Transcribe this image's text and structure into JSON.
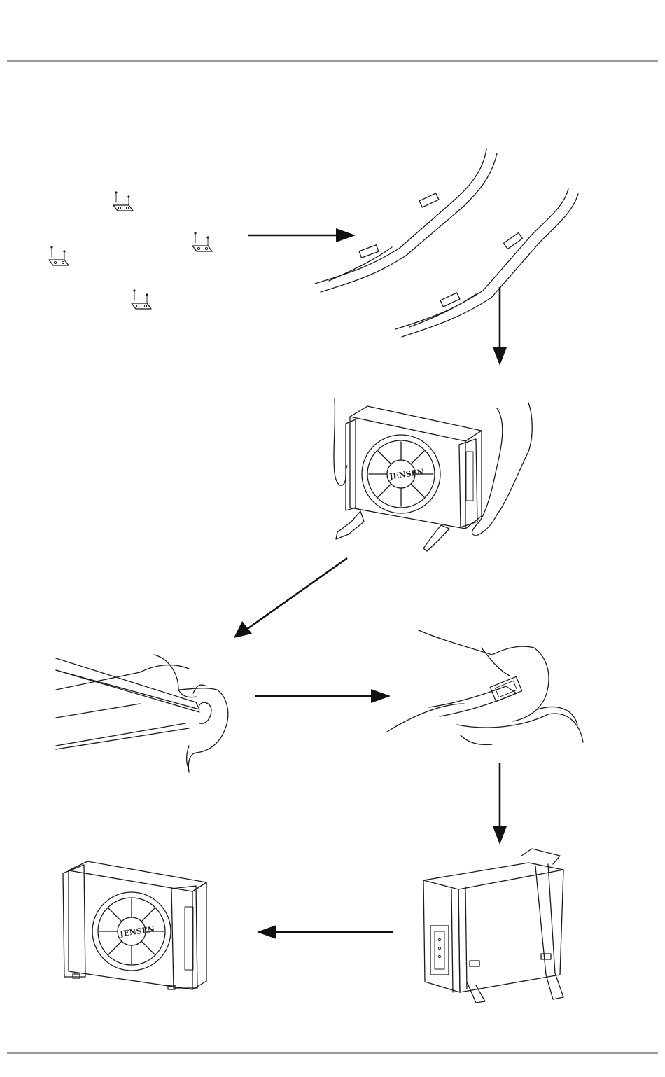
{
  "page": {
    "header_rule_color": "#9a9a9a",
    "footer_rule_color": "#9a9a9a"
  },
  "steps": [
    {
      "name": "mounting-brackets",
      "icon": "bracket-icon"
    },
    {
      "name": "strap-attachment",
      "icon": "strap-icon"
    },
    {
      "name": "lift-enclosure",
      "icon": "speaker-box-icon"
    },
    {
      "name": "feed-strap",
      "icon": "strap-buckle-icon"
    },
    {
      "name": "tighten-strap",
      "icon": "strap-buckle-icon"
    },
    {
      "name": "secured-rear-view",
      "icon": "speaker-box-icon"
    },
    {
      "name": "installed-front-view",
      "icon": "speaker-box-icon"
    }
  ],
  "product": {
    "brand_mark": "JENSEN"
  }
}
